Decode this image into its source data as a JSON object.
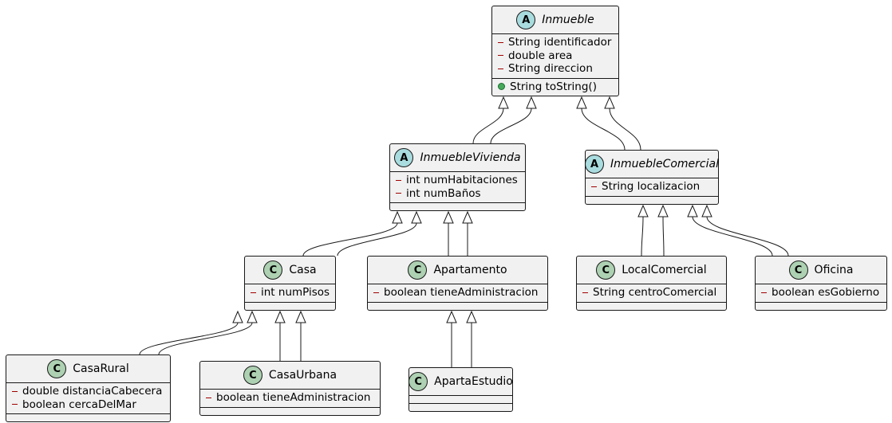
{
  "classes": {
    "inmueble": {
      "kind": "abstract",
      "badge": "A",
      "name": "Inmueble",
      "fields": [
        "String identificador",
        "double area",
        "String direccion"
      ],
      "methods": [
        "String toString()"
      ]
    },
    "inmueble_vivienda": {
      "kind": "abstract",
      "badge": "A",
      "name": "InmuebleVivienda",
      "fields": [
        "int numHabitaciones",
        "int numBaños"
      ],
      "methods": []
    },
    "inmueble_comercial": {
      "kind": "abstract",
      "badge": "A",
      "name": "InmuebleComercial",
      "fields": [
        "String localizacion"
      ],
      "methods": []
    },
    "casa": {
      "kind": "class",
      "badge": "C",
      "name": "Casa",
      "fields": [
        "int numPisos"
      ],
      "methods": []
    },
    "apartamento": {
      "kind": "class",
      "badge": "C",
      "name": "Apartamento",
      "fields": [
        "boolean tieneAdministracion"
      ],
      "methods": []
    },
    "local_comercial": {
      "kind": "class",
      "badge": "C",
      "name": "LocalComercial",
      "fields": [
        "String centroComercial"
      ],
      "methods": []
    },
    "oficina": {
      "kind": "class",
      "badge": "C",
      "name": "Oficina",
      "fields": [
        "boolean esGobierno"
      ],
      "methods": []
    },
    "casa_rural": {
      "kind": "class",
      "badge": "C",
      "name": "CasaRural",
      "fields": [
        "double distanciaCabecera",
        "boolean cercaDelMar"
      ],
      "methods": []
    },
    "casa_urbana": {
      "kind": "class",
      "badge": "C",
      "name": "CasaUrbana",
      "fields": [
        "boolean tieneAdministracion"
      ],
      "methods": []
    },
    "aparta_estudio": {
      "kind": "class",
      "badge": "C",
      "name": "ApartaEstudio",
      "fields": [],
      "methods": []
    }
  },
  "inheritance": [
    {
      "child": "inmueble_vivienda",
      "parent": "inmueble"
    },
    {
      "child": "inmueble_comercial",
      "parent": "inmueble"
    },
    {
      "child": "casa",
      "parent": "inmueble_vivienda"
    },
    {
      "child": "apartamento",
      "parent": "inmueble_vivienda"
    },
    {
      "child": "local_comercial",
      "parent": "inmueble_comercial"
    },
    {
      "child": "oficina",
      "parent": "inmueble_comercial"
    },
    {
      "child": "casa_rural",
      "parent": "casa"
    },
    {
      "child": "casa_urbana",
      "parent": "casa"
    },
    {
      "child": "aparta_estudio",
      "parent": "apartamento"
    }
  ],
  "colors": {
    "box_fill": "#f1f1f1",
    "border": "#181818",
    "abstract_badge": "#a9dcdf",
    "class_badge": "#add1b2",
    "private_marker": "#a00000",
    "public_marker": "#46a85a"
  }
}
